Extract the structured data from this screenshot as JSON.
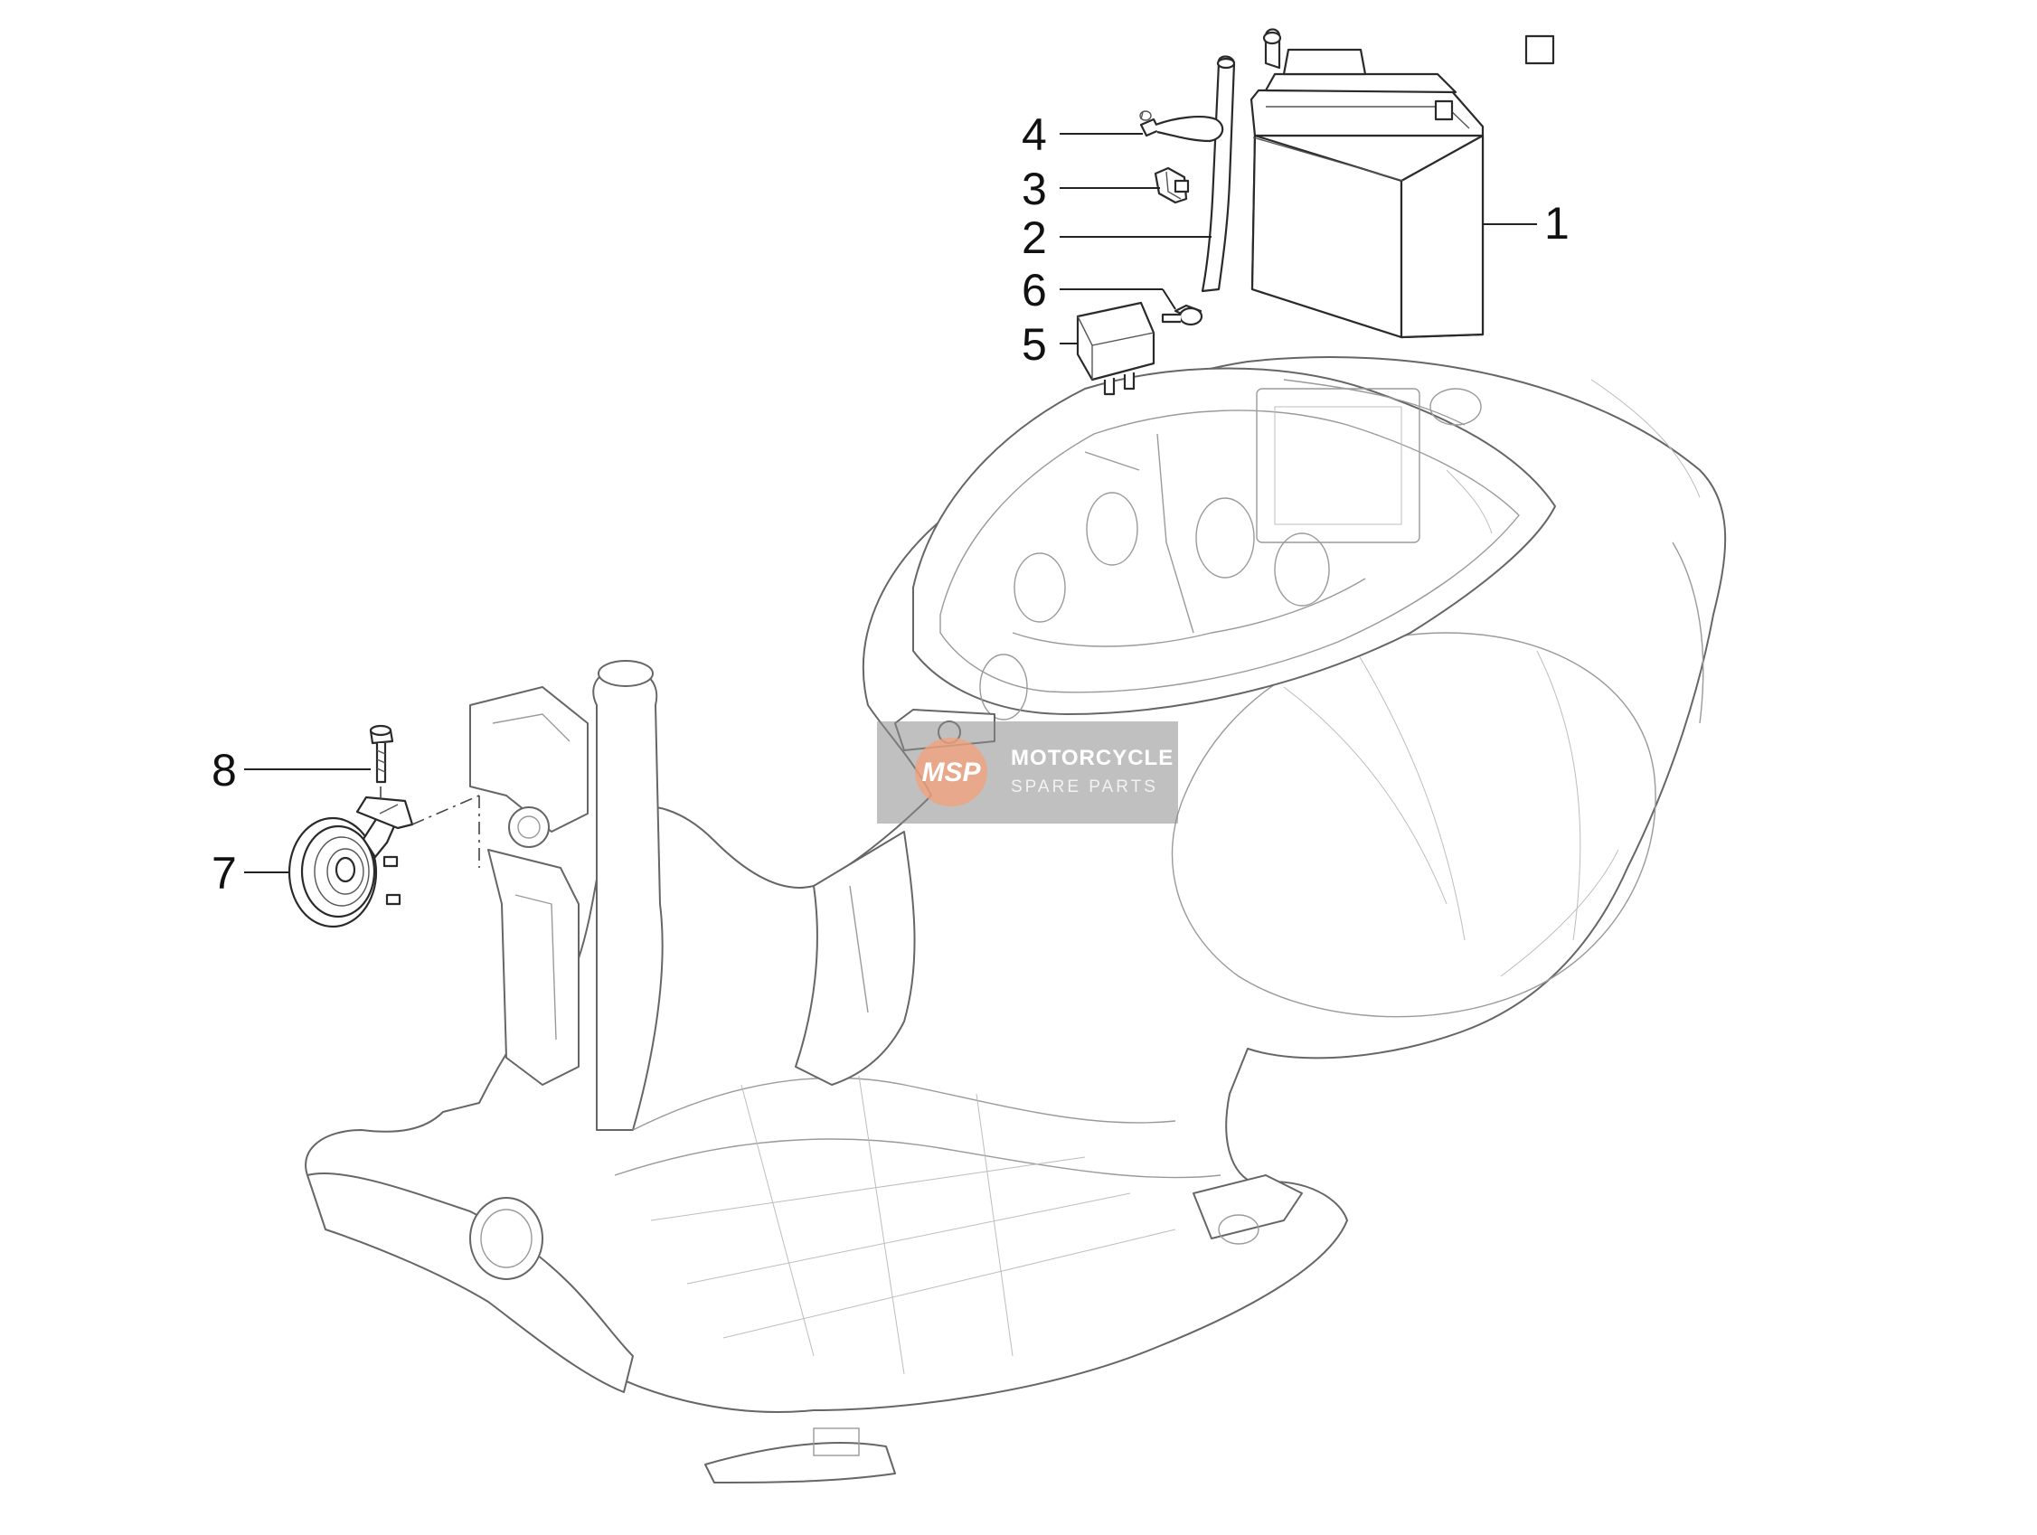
{
  "callouts": [
    {
      "id": "1",
      "label": "1"
    },
    {
      "id": "2",
      "label": "2"
    },
    {
      "id": "3",
      "label": "3"
    },
    {
      "id": "4",
      "label": "4"
    },
    {
      "id": "5",
      "label": "5"
    },
    {
      "id": "6",
      "label": "6"
    },
    {
      "id": "7",
      "label": "7"
    },
    {
      "id": "8",
      "label": "8"
    }
  ],
  "watermark": {
    "logo": "MSP",
    "line1": "MOTORCYCLE",
    "line2": "SPARE PARTS",
    "accent_color": "#f4a07a",
    "panel_color": "#8c8c8c"
  }
}
